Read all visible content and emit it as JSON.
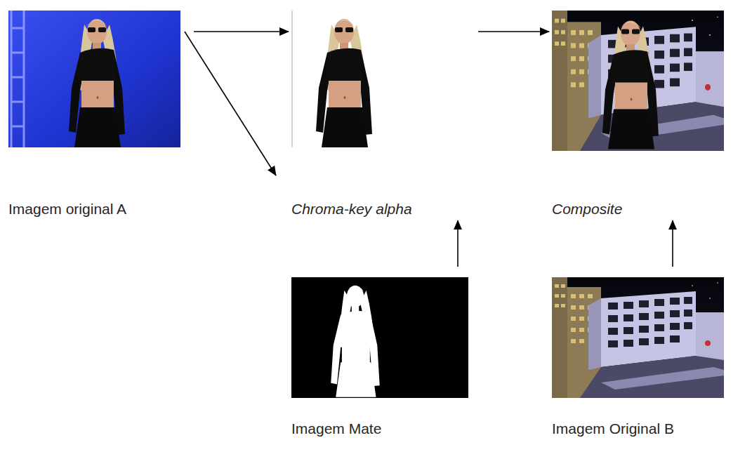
{
  "diagram": {
    "nodes": [
      {
        "text": [
          "Imagem original A"
        ]
      },
      {
        "text": [
          "Chroma-key alpha"
        ]
      },
      {
        "text": [
          "Composite"
        ]
      },
      {
        "text": [
          "Imagem Mate"
        ]
      },
      {
        "text": [
          "Imagem Original B"
        ]
      }
    ],
    "edges": [
      {
        "from": 0,
        "to": 1,
        "arrow": "to"
      },
      {
        "from": 0,
        "to": 1,
        "arrow": "to"
      },
      {
        "from": 1,
        "to": 2,
        "arrow": "to"
      },
      {
        "from": 3,
        "to": 1,
        "arrow": "to"
      },
      {
        "from": 4,
        "to": 2,
        "arrow": "to"
      }
    ]
  }
}
